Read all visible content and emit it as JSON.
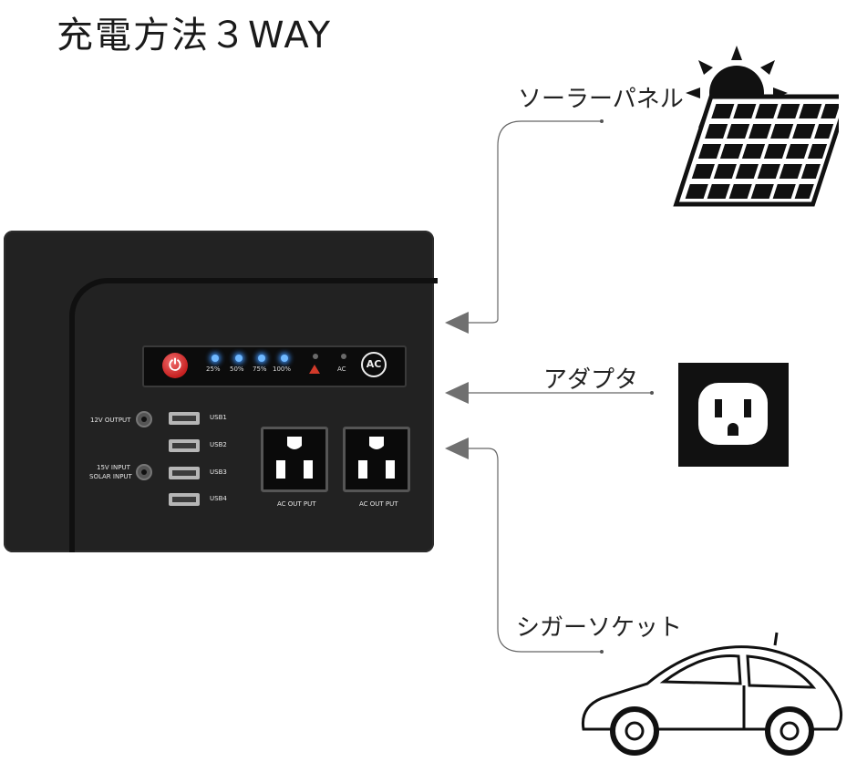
{
  "title": "充電方法３WAY",
  "methods": {
    "solar": "ソーラーパネル",
    "adapter": "アダプタ",
    "cigar": "シガーソケット"
  },
  "device": {
    "power_icon": "⏻",
    "leds": [
      "25%",
      "50%",
      "75%",
      "100%"
    ],
    "ac_indicator": "AC",
    "ac_button": "AC",
    "dc_output": "12V OUTPUT",
    "dc_input_line1": "15V INPUT",
    "dc_input_line2": "SOLAR INPUT",
    "usb": [
      "USB1",
      "USB2",
      "USB3",
      "USB4"
    ],
    "ac_outputs": [
      "AC OUT PUT",
      "AC OUT PUT"
    ]
  },
  "icons": {
    "solar": "solar-panel-icon",
    "adapter": "wall-outlet-icon",
    "cigar": "car-icon",
    "warning": "warning-icon",
    "power": "power-icon"
  },
  "colors": {
    "device_body": "#222222",
    "led": "#6fb8ff",
    "power_button": "#c62020",
    "arrow": "#777777"
  }
}
